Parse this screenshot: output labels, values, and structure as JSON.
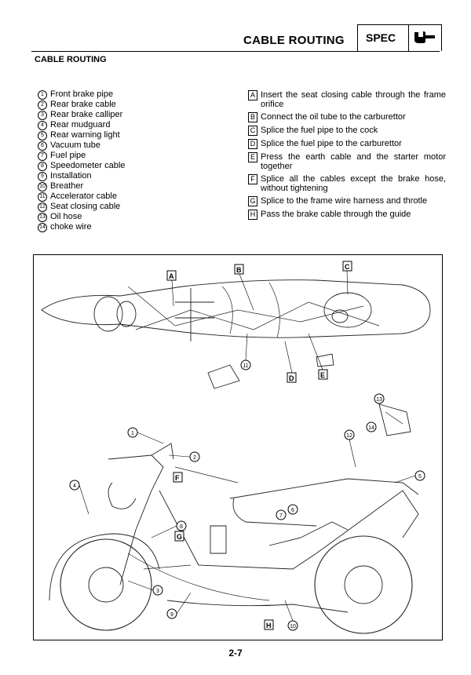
{
  "header": {
    "title": "CABLE ROUTING",
    "spec_label": "SPEC",
    "spec_icon": "wrench-icon"
  },
  "section_title": "CABLE ROUTING",
  "parts": [
    {
      "num": "1",
      "label": "Front brake pipe"
    },
    {
      "num": "2",
      "label": "Rear brake cable"
    },
    {
      "num": "3",
      "label": "Rear brake calliper"
    },
    {
      "num": "4",
      "label": "Rear mudguard"
    },
    {
      "num": "5",
      "label": "Rear warning light"
    },
    {
      "num": "6",
      "label": "Vacuum tube"
    },
    {
      "num": "7",
      "label": "Fuel pipe"
    },
    {
      "num": "8",
      "label": "Speedometer cable"
    },
    {
      "num": "9",
      "label": "Installation"
    },
    {
      "num": "10",
      "label": "Breather"
    },
    {
      "num": "11",
      "label": "Accelerator cable"
    },
    {
      "num": "12",
      "label": "Seat closing cable"
    },
    {
      "num": "13",
      "label": "Oil hose"
    },
    {
      "num": "14",
      "label": "choke wire"
    }
  ],
  "notes": [
    {
      "letter": "A",
      "text": "Insert the seat closing cable through the frame orifice"
    },
    {
      "letter": "B",
      "text": "Connect the oil tube to the carburettor"
    },
    {
      "letter": "C",
      "text": "Splice the fuel pipe to the cock"
    },
    {
      "letter": "D",
      "text": "Splice the fuel pipe to the carburettor"
    },
    {
      "letter": "E",
      "text": "Press the earth cable and the starter motor together"
    },
    {
      "letter": "F",
      "text": "Splice all the cables except the brake hose, without tightening"
    },
    {
      "letter": "G",
      "text": "Splice to the frame wire harness and throtle"
    },
    {
      "letter": "H",
      "text": "Pass the brake cable through the guide"
    }
  ],
  "diagram": {
    "callouts": {
      "A": "A",
      "B": "B",
      "C": "C",
      "D": "D",
      "E": "E",
      "F": "F",
      "G": "G",
      "H": "H",
      "n1": "1",
      "n2": "2",
      "n3": "3",
      "n4": "4",
      "n5": "5",
      "n6": "6",
      "n7": "7",
      "n8": "8",
      "n9": "9",
      "n10": "10",
      "n11": "11",
      "n12": "12",
      "n13": "13",
      "n14": "14"
    }
  },
  "page_number": "2-7"
}
